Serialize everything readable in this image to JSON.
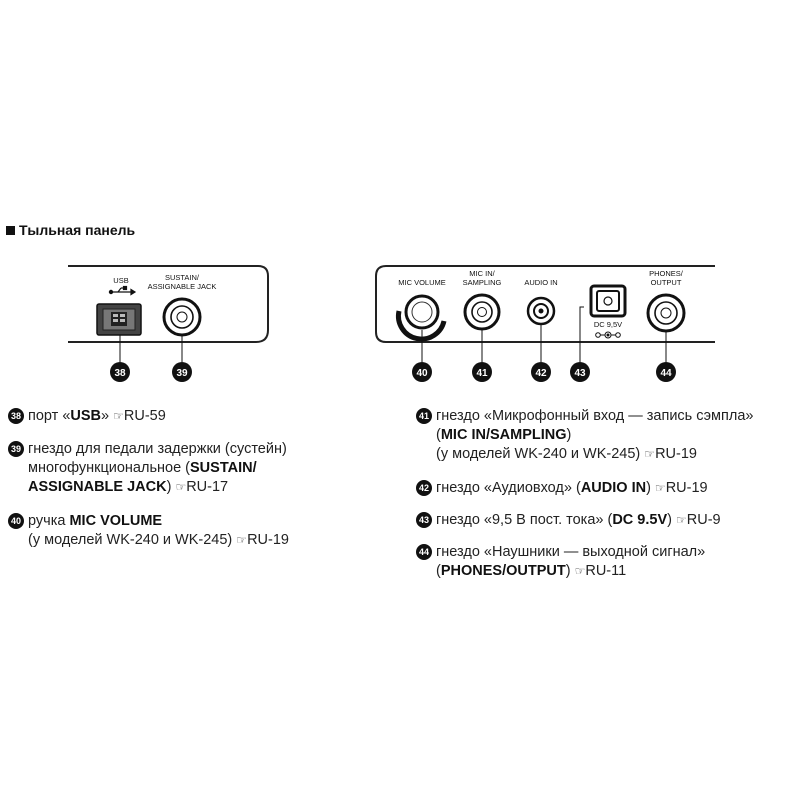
{
  "section": {
    "title": "Тыльная панель"
  },
  "panel_left": {
    "usb_label": "USB",
    "sustain_label_1": "SUSTAIN/",
    "sustain_label_2": "ASSIGNABLE JACK",
    "badges": [
      "38",
      "39"
    ]
  },
  "panel_right": {
    "mic_volume_label": "MIC VOLUME",
    "mic_in_label_1": "MIC IN/",
    "mic_in_label_2": "SAMPLING",
    "audio_in_label": "AUDIO IN",
    "dc_label": "DC 9,5V",
    "phones_label_1": "PHONES/",
    "phones_label_2": "OUTPUT",
    "badges": [
      "40",
      "41",
      "42",
      "43",
      "44"
    ]
  },
  "items": [
    {
      "num": "38",
      "pre": "порт «",
      "bold": "USB",
      "post": "» ",
      "ref": "RU-59"
    },
    {
      "num": "39",
      "line1": "гнездо для педали задержки (сустейн)",
      "line2_pre": "многофункциональное (",
      "bold1": "SUSTAIN/",
      "bold2": "ASSIGNABLE JACK",
      "line3_post": ") ",
      "ref": "RU-17"
    },
    {
      "num": "40",
      "pre": "ручка ",
      "bold": "MIC VOLUME",
      "line2": "(у моделей WK-240 и WK-245) ",
      "ref": "RU-19"
    },
    {
      "num": "41",
      "line1": "гнездо «Микрофонный вход — запись сэмпла»",
      "line2_pre": "(",
      "bold": "MIC IN/SAMPLING",
      "line2_post": ")",
      "line3": "(у моделей WK-240 и WK-245) ",
      "ref": "RU-19"
    },
    {
      "num": "42",
      "pre": "гнездо «Аудиовход» (",
      "bold": "AUDIO IN",
      "post": ") ",
      "ref": "RU-19"
    },
    {
      "num": "43",
      "pre": "гнездо «9,5 В пост. тока» (",
      "bold": "DC 9.5V",
      "post": ") ",
      "ref": "RU-9"
    },
    {
      "num": "44",
      "line1": "гнездо «Наушники — выходной сигнал»",
      "line2_pre": "(",
      "bold": "PHONES/OUTPUT",
      "line2_post": ") ",
      "ref": "RU-11"
    }
  ],
  "ref_icon": "pointing-hand-icon"
}
